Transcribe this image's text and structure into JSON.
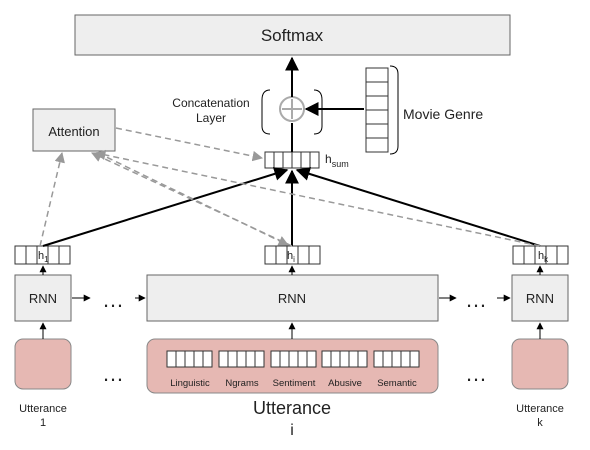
{
  "nodes": {
    "softmax": "Softmax",
    "concat_line1": "Concatenation",
    "concat_line2": "Layer",
    "movie_genre": "Movie Genre",
    "attention": "Attention",
    "h_sum_base": "h",
    "h_sum_sub": "sum",
    "h1_base": "h",
    "h1_sub": "1",
    "hi_base": "h",
    "hi_sub": "i",
    "hk_base": "h",
    "hk_sub": "k",
    "rnn_left": "RNN",
    "rnn_mid": "RNN",
    "rnn_right": "RNN",
    "ellipsis": "…",
    "features": [
      "Linguistic",
      "Ngrams",
      "Sentiment",
      "Abusive",
      "Semantic"
    ],
    "utt1_line1": "Utterance",
    "utt1_line2": "1",
    "utti_line1": "Utterance",
    "utti_line2": "i",
    "uttk_line1": "Utterance",
    "uttk_line2": "k"
  }
}
